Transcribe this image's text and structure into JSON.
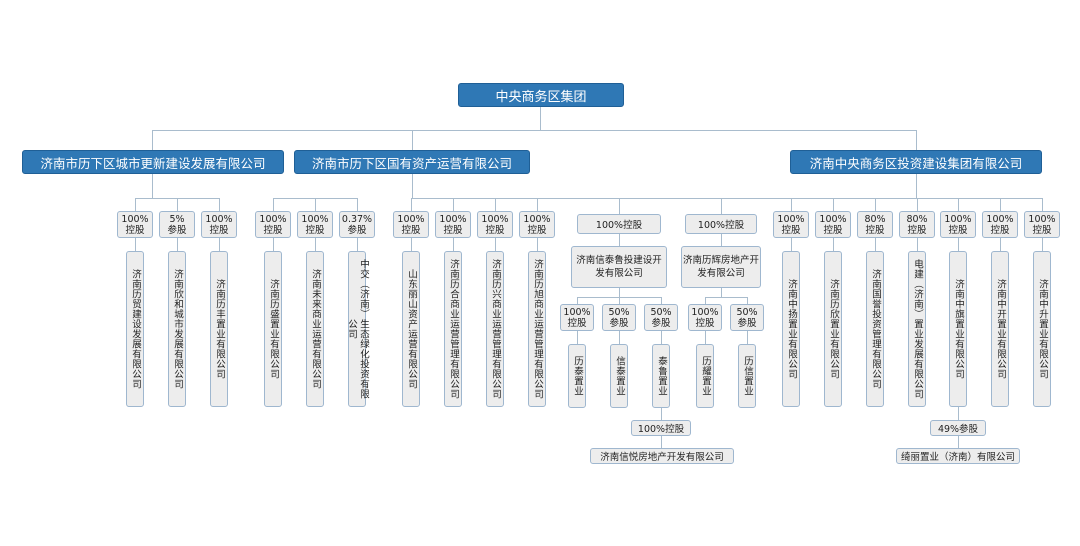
{
  "root": "中央商务区集团",
  "groups": [
    {
      "name": "济南市历下区城市更新建设发展有限公司",
      "children": [
        {
          "share": "100%控股",
          "company": "济南历贸建设发展有限公司"
        },
        {
          "share": "5%参股",
          "company": "济南欣和城市发展有限公司"
        },
        {
          "share": "100%控股",
          "company": "济南历丰置业有限公司"
        }
      ]
    },
    {
      "name": "济南市历下区国有资产运营有限公司",
      "children": [
        {
          "share": "100%控股",
          "company": "济南历盛置业有限公司"
        },
        {
          "share": "100%控股",
          "company": "济南未来商业运营有限公司"
        },
        {
          "share": "0.37%参股",
          "company": "中交（济南）生态绿化投资有限公司"
        }
      ]
    },
    {
      "name": "济南中央商务区投资建设集团有限公司",
      "children": [
        {
          "share": "100%控股",
          "company": "山东丽山资产运营有限公司"
        },
        {
          "share": "100%控股",
          "company": "济南历合商业运营管理有限公司"
        },
        {
          "share": "100%控股",
          "company": "济南历兴商业运营管理有限公司"
        },
        {
          "share": "100%控股",
          "company": "济南历旭商业运营管理有限公司"
        },
        {
          "share": "100%控股",
          "company": "济南信泰鲁投建设开发有限公司",
          "children": [
            {
              "share": "100%控股",
              "company": "历泰置业"
            },
            {
              "share": "50%参股",
              "company": "信泰置业"
            },
            {
              "share": "50%参股",
              "company": "泰鲁置业"
            }
          ],
          "below": {
            "share": "100%控股",
            "company": "济南信悦房地产开发有限公司"
          }
        },
        {
          "share": "100%控股",
          "company": "济南历辉房地产开发有限公司",
          "children": [
            {
              "share": "100%控股",
              "company": "历耀置业"
            },
            {
              "share": "50%参股",
              "company": "历信置业"
            }
          ]
        },
        {
          "share": "100%控股",
          "company": "济南中扬置业有限公司"
        },
        {
          "share": "100%控股",
          "company": "济南历欣置业有限公司"
        },
        {
          "share": "80%控股",
          "company": "济南国誉投资管理有限公司"
        },
        {
          "share": "80%控股",
          "company": "电建（济南）置业发展有限公司"
        },
        {
          "share": "100%控股",
          "company": "济南中旗置业有限公司",
          "below": {
            "share": "49%参股",
            "company": "绮丽置业（济南）有限公司"
          }
        },
        {
          "share": "100%控股",
          "company": "济南中开置业有限公司"
        },
        {
          "share": "100%控股",
          "company": "济南中升置业有限公司"
        }
      ]
    }
  ]
}
